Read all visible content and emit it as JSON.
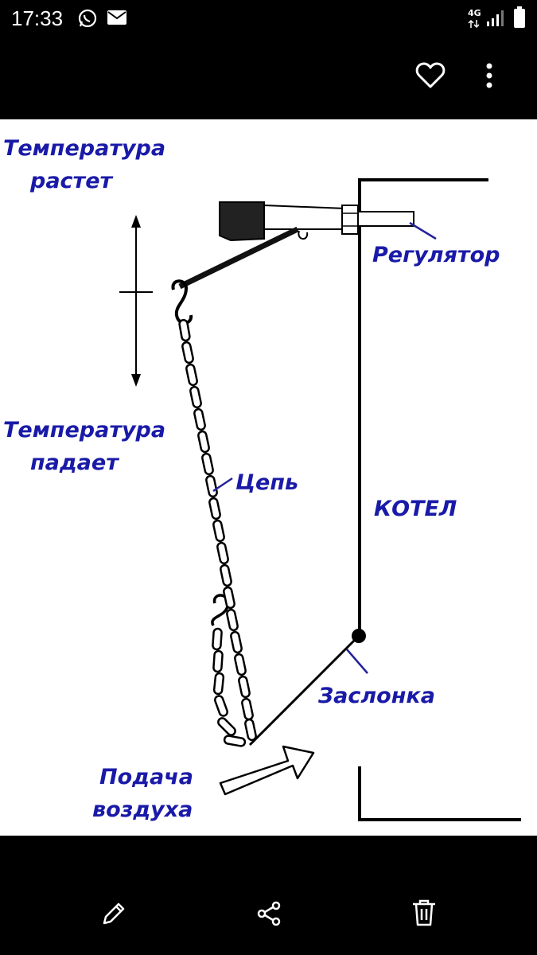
{
  "status_bar": {
    "time": "17:33",
    "network_type": "4G",
    "icons": [
      "whatsapp-icon",
      "mail-icon",
      "data-arrows-icon",
      "signal-icon",
      "battery-icon"
    ]
  },
  "toolbar": {
    "icons": [
      "heart-icon",
      "more-vert-icon"
    ]
  },
  "diagram": {
    "label_temp_rises_line1": "Температура",
    "label_temp_rises_line2": "растет",
    "label_temp_falls_line1": "Температура",
    "label_temp_falls_line2": "падает",
    "label_regulator": "Регулятор",
    "label_chain": "Цепь",
    "label_boiler": "КОТЕЛ",
    "label_damper": "Заслонка",
    "label_air_line1": "Подача",
    "label_air_line2": "воздуха",
    "label_color": "#1a1aa8"
  },
  "bottom_bar": {
    "icons": [
      "edit-icon",
      "share-icon",
      "delete-icon"
    ]
  }
}
